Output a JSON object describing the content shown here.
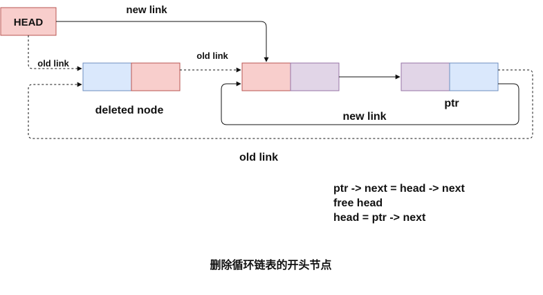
{
  "colors": {
    "head_fill": "#f8cecc",
    "head_stroke": "#b85450",
    "blue_fill": "#dae8fc",
    "blue_stroke": "#6c8ebf",
    "red_fill": "#f8cecc",
    "red_stroke": "#b85450",
    "purple_fill": "#e1d5e7",
    "purple_stroke": "#9673a6",
    "line": "#111111"
  },
  "nodes": {
    "head_label": "HEAD",
    "deleted_node_label": "deleted node",
    "ptr_label": "ptr"
  },
  "links": {
    "new_link_top": "new link",
    "old_link_left": "old link",
    "old_link_middle": "old link",
    "new_link_loop": "new link",
    "old_link_bottom": "old link"
  },
  "code_lines": [
    "ptr -> next = head -> next",
    "free head",
    "head = ptr -> next"
  ],
  "caption": "删除循环链表的开头节点"
}
